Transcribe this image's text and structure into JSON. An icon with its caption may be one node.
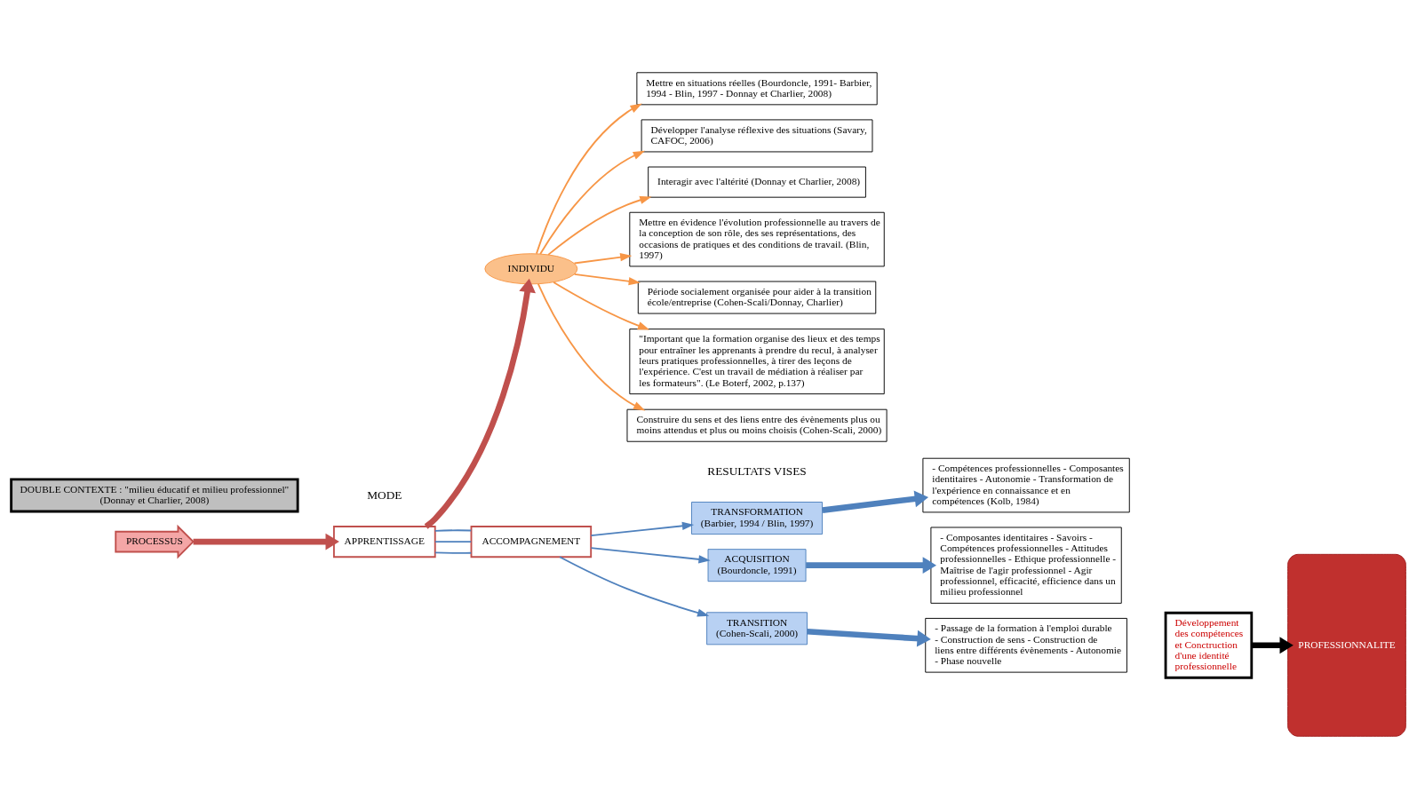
{
  "diagram": {
    "nodes": [
      {
        "text": [
          "DOUBLE CONTEXTE : \"milieu éducatif et milieu professionnel\"",
          "(Donnay et Charlier, 2008)"
        ]
      },
      {
        "text": [
          "PROCESSUS"
        ]
      },
      {
        "text": [
          "APPRENTISSAGE"
        ]
      },
      {
        "text": [
          "INDIVIDU"
        ]
      },
      {
        "text": [
          "ACCOMPAGNEMENT"
        ]
      },
      {
        "text": [
          "TRANSFORMATION",
          "(Barbier, 1994 / Blin, 1997)"
        ]
      },
      {
        "text": [
          "ACQUISITION",
          "(Bourdoncle, 1991)"
        ]
      },
      {
        "text": [
          "TRANSITION",
          "(Cohen-Scali, 2000)"
        ]
      },
      {
        "text": [
          "- Compétences professionnelles - Composantes identitaires - Autonomie - Transformation de l'expérience en connaissance et en compétences (Kolb, 1984)"
        ]
      },
      {
        "text": [
          "- Composantes identitaires - Savoirs - Compétences professionnelles - Attitudes professionnelles - Ethique professionnelle - Maîtrise de l'agir professionnel - Agir professionnel, efficacité, efficience dans un milieu professionnel"
        ]
      },
      {
        "text": [
          "- Passage de la formation à l'emploi durable - Construction de sens - Construction de liens entre différents évènements - Autonomie - Phase nouvelle"
        ]
      },
      {
        "text": [
          "Développement des compétences et Conctruction d'une identité professionnelle"
        ]
      },
      {
        "text": [
          "PROFESSIONNALITE"
        ]
      },
      {
        "text": [
          "Mettre en situations réelles (Bourdoncle, 1991- Barbier, 1994 - Blin, 1997 - Donnay et Charlier, 2008)"
        ]
      },
      {
        "text": [
          "Développer l'analyse réflexive des situations (Savary, CAFOC, 2006)"
        ]
      },
      {
        "text": [
          "Interagir avec l'altérité (Donnay et Charlier, 2008)"
        ]
      },
      {
        "text": [
          "Mettre en évidence l'évolution professionnelle au travers de la conception de son rôle, des ses représentations, des occasions de pratiques et des conditions de travail. (Blin, 1997)"
        ]
      },
      {
        "text": [
          "Période socialement organisée pour aider à la transition école/entreprise (Cohen-Scali/Donnay, Charlier)"
        ]
      },
      {
        "text": [
          "\"Important que la formation organise des lieux et des temps pour entraîner les apprenants à prendre du recul, à analyser leurs pratiques professionnelles, à tirer des leçons de l'expérience. C'est un travail de médiation à réaliser par les formateurs\". (Le Boterf, 2002, p.137)"
        ]
      },
      {
        "text": [
          "Construire du sens et des liens entre des évènements plus ou moins attendus et plus ou moins choisis (Cohen-Scali, 2000)"
        ]
      }
    ],
    "edges": [
      {
        "from": 1,
        "to": 2,
        "arrow": "to",
        "style": "thick",
        "color": "#c0504d"
      },
      {
        "from": 2,
        "to": 3,
        "arrow": "to",
        "style": "thick",
        "color": "#c0504d"
      },
      {
        "from": 2,
        "to": 4,
        "arrow": "none"
      },
      {
        "from": 2,
        "to": 4,
        "arrow": "none"
      },
      {
        "from": 2,
        "to": 4,
        "arrow": "none"
      },
      {
        "from": 4,
        "to": 5,
        "arrow": "to"
      },
      {
        "from": 4,
        "to": 6,
        "arrow": "to"
      },
      {
        "from": 4,
        "to": 7,
        "arrow": "to"
      },
      {
        "from": 5,
        "to": 8,
        "arrow": "to",
        "style": "thick",
        "color": "#4f81bd"
      },
      {
        "from": 6,
        "to": 9,
        "arrow": "to",
        "style": "thick",
        "color": "#4f81bd"
      },
      {
        "from": 7,
        "to": 10,
        "arrow": "to",
        "style": "thick",
        "color": "#4f81bd"
      },
      {
        "from": 11,
        "to": 12,
        "arrow": "to",
        "style": "thick",
        "color": "#000000"
      },
      {
        "from": 3,
        "to": 13,
        "arrow": "to",
        "color": "#f79646"
      },
      {
        "from": 3,
        "to": 14,
        "arrow": "to",
        "color": "#f79646"
      },
      {
        "from": 3,
        "to": 15,
        "arrow": "to",
        "color": "#f79646"
      },
      {
        "from": 3,
        "to": 16,
        "arrow": "to",
        "color": "#f79646"
      },
      {
        "from": 3,
        "to": 17,
        "arrow": "to",
        "color": "#f79646"
      },
      {
        "from": 3,
        "to": 18,
        "arrow": "to",
        "color": "#f79646"
      },
      {
        "from": 3,
        "to": 19,
        "arrow": "to",
        "color": "#f79646"
      }
    ],
    "labels": [
      "MODE",
      "RESULTATS VISES"
    ]
  }
}
